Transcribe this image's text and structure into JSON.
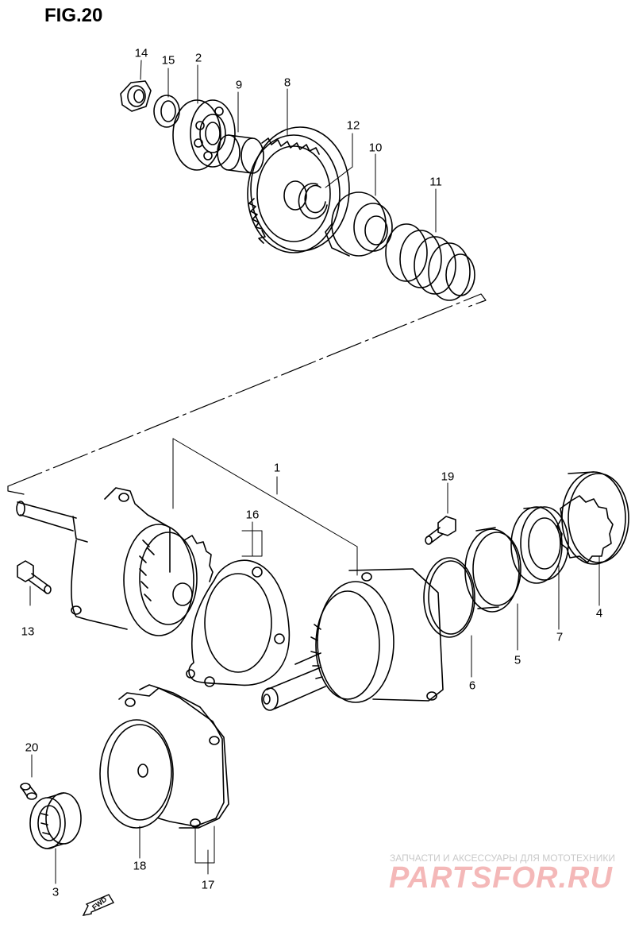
{
  "figure": {
    "title": "FIG.20"
  },
  "callouts": [
    {
      "id": "c14",
      "label": "14"
    },
    {
      "id": "c15",
      "label": "15"
    },
    {
      "id": "c2",
      "label": "2"
    },
    {
      "id": "c9",
      "label": "9"
    },
    {
      "id": "c8",
      "label": "8"
    },
    {
      "id": "c12",
      "label": "12"
    },
    {
      "id": "c10",
      "label": "10"
    },
    {
      "id": "c11",
      "label": "11"
    },
    {
      "id": "c1",
      "label": "1"
    },
    {
      "id": "c16",
      "label": "16"
    },
    {
      "id": "c19",
      "label": "19"
    },
    {
      "id": "c13",
      "label": "13"
    },
    {
      "id": "c4",
      "label": "4"
    },
    {
      "id": "c7",
      "label": "7"
    },
    {
      "id": "c5",
      "label": "5"
    },
    {
      "id": "c6",
      "label": "6"
    },
    {
      "id": "c20",
      "label": "20"
    },
    {
      "id": "c18",
      "label": "18"
    },
    {
      "id": "c3",
      "label": "3"
    },
    {
      "id": "c17",
      "label": "17"
    }
  ],
  "direction_marker": {
    "label": "FWD",
    "icon": "fwd-arrow-icon"
  },
  "watermark": {
    "subtitle": "ЗАПЧАСТИ И АКСЕССУАРЫ ДЛЯ МОТОТЕХНИКИ",
    "brand": "PARTSFOR.RU",
    "brand_color": "#f4b8b8"
  }
}
